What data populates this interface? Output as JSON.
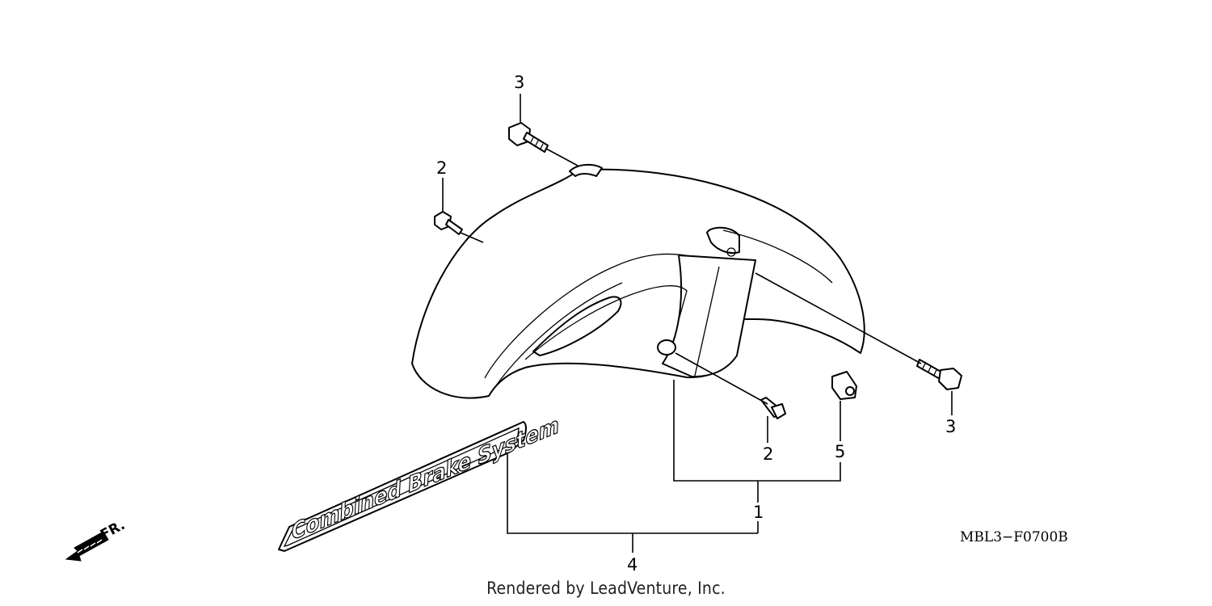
{
  "callouts": {
    "bolt_top_left": "3",
    "screw_left": "2",
    "screw_center": "2",
    "bolt_right": "3",
    "nut": "5",
    "fender_assy": "1",
    "emblem": "4"
  },
  "emblem_text": "Combined Brake System",
  "direction_label": "FR.",
  "diagram_code": "MBL3−F0700B",
  "footer": "Rendered by LeadVenture, Inc."
}
